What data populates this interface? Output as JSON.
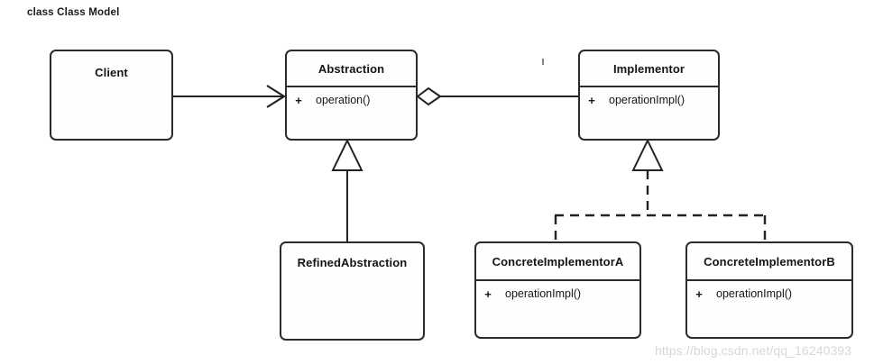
{
  "diagram": {
    "title": "class Class Model",
    "type": "uml-class-diagram",
    "pattern": "Bridge",
    "watermark": "https://blog.csdn.net/qq_16240393",
    "colors": {
      "stroke": "#222222",
      "fill": "#fefefe",
      "text": "#141414",
      "watermark": "#d7d7d7"
    }
  },
  "classes": [
    {
      "id": "client",
      "name": "Client",
      "members": [],
      "compartmented": false
    },
    {
      "id": "abstraction",
      "name": "Abstraction",
      "compartmented": true,
      "members": [
        {
          "visibility": "+",
          "signature": "operation()"
        }
      ]
    },
    {
      "id": "implementor",
      "name": "Implementor",
      "compartmented": true,
      "members": [
        {
          "visibility": "+",
          "signature": "operationImpl()"
        }
      ]
    },
    {
      "id": "refined-abstraction",
      "name": "RefinedAbstraction",
      "compartmented": false,
      "members": []
    },
    {
      "id": "concrete-implementor-a",
      "name": "ConcreteImplementorA",
      "compartmented": true,
      "members": [
        {
          "visibility": "+",
          "signature": "operationImpl()"
        }
      ]
    },
    {
      "id": "concrete-implementor-b",
      "name": "ConcreteImplementorB",
      "compartmented": true,
      "members": [
        {
          "visibility": "+",
          "signature": "operationImpl()"
        }
      ]
    }
  ],
  "relationships": [
    {
      "id": "client-to-abstraction",
      "kind": "association",
      "from": "client",
      "to": "abstraction",
      "arrowhead": "open-arrow",
      "line": "solid"
    },
    {
      "id": "abstraction-to-implementor",
      "kind": "aggregation",
      "from": "abstraction",
      "to": "implementor",
      "arrowhead": "hollow-diamond",
      "line": "solid"
    },
    {
      "id": "refined-to-abstraction",
      "kind": "generalization",
      "from": "refined-abstraction",
      "to": "abstraction",
      "arrowhead": "hollow-triangle",
      "line": "solid"
    },
    {
      "id": "concrete-a-to-implementor",
      "kind": "realization",
      "from": "concrete-implementor-a",
      "to": "implementor",
      "arrowhead": "hollow-triangle",
      "line": "dashed"
    },
    {
      "id": "concrete-b-to-implementor",
      "kind": "realization",
      "from": "concrete-implementor-b",
      "to": "implementor",
      "arrowhead": "hollow-triangle",
      "line": "dashed"
    }
  ]
}
